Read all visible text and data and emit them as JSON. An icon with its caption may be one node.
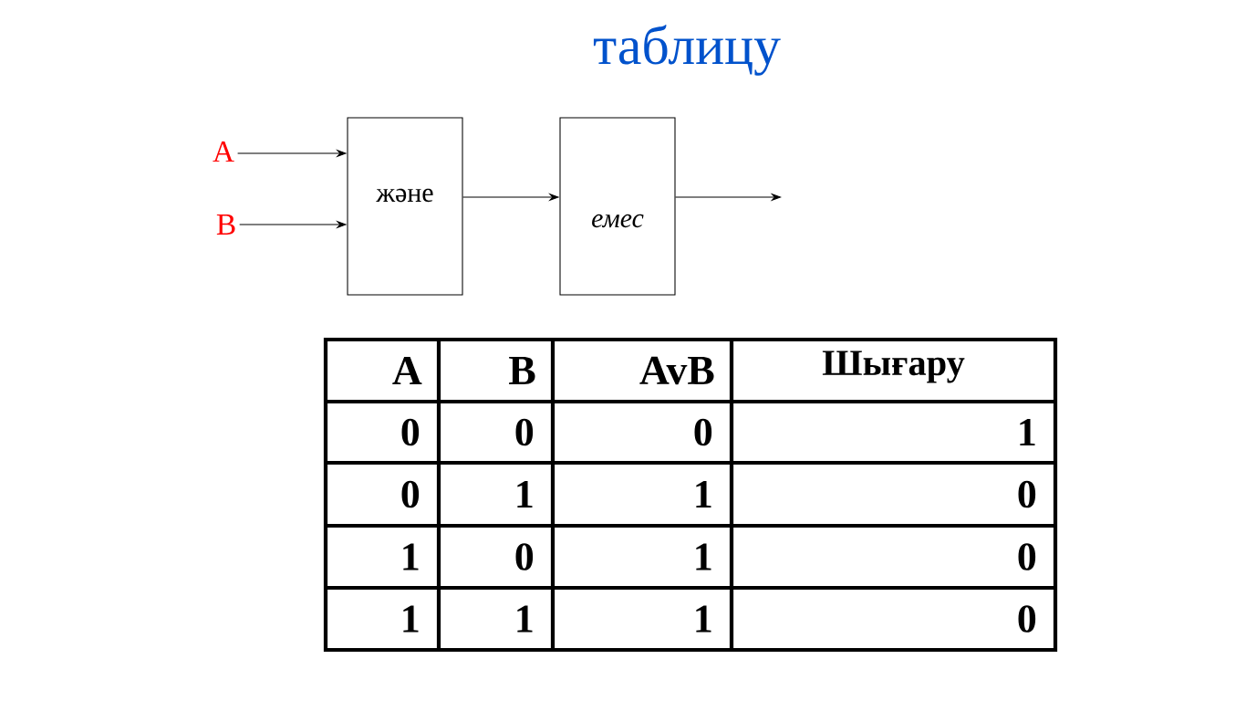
{
  "diagram": {
    "title": "таблицу",
    "nodes": [
      {
        "text": [
          "A"
        ]
      },
      {
        "text": [
          "B"
        ]
      },
      {
        "text": [
          "және"
        ]
      },
      {
        "text": [
          "емес"
        ]
      }
    ],
    "edges": [
      {
        "from": 0,
        "to": 2,
        "arrow": "to"
      },
      {
        "from": 1,
        "to": 2,
        "arrow": "to"
      },
      {
        "from": 2,
        "to": 3,
        "arrow": "to"
      },
      {
        "from": 3,
        "to": null,
        "arrow": "to"
      }
    ],
    "labels": [
      "A",
      "B",
      "AvB",
      "Шығару",
      "0",
      "0",
      "0",
      "1",
      "0",
      "1",
      "1",
      "0",
      "1",
      "0",
      "1",
      "0",
      "1",
      "1",
      "1",
      "0"
    ]
  }
}
